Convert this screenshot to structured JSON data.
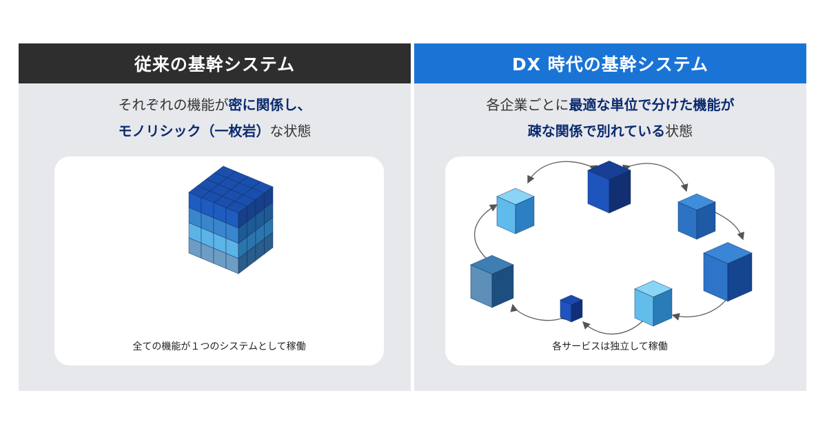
{
  "left": {
    "title": "従来の基幹システム",
    "line1_a": "それぞれの機能が",
    "line1_b": "密に関係し、",
    "line2_a": "モノリシック（一枚岩）",
    "line2_b": "な状態",
    "caption": "全ての機能が１つのシステムとして稼働"
  },
  "right": {
    "title": "DX 時代の基幹システム",
    "line1_a": "各企業ごとに",
    "line1_b": "最適な単位で分けた機能が",
    "line2_a": "疎な関係で別れている",
    "line2_b": "状態",
    "caption": "各サービスは独立して稼働"
  },
  "colors": {
    "left_header": "#2e2e2e",
    "right_header": "#1a74d6",
    "panel_bg": "#e6e8ec",
    "emphasis_text": "#0b2a6e"
  }
}
